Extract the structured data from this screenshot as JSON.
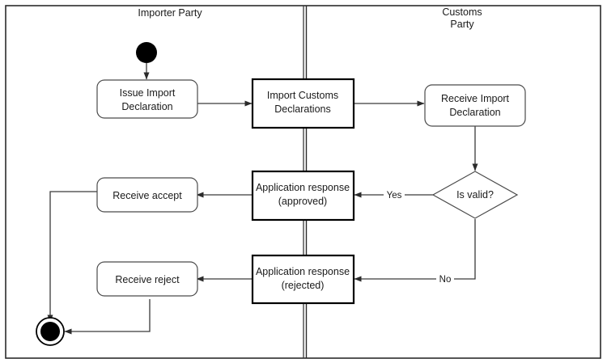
{
  "diagram": {
    "type": "uml-activity-diagram",
    "title": "",
    "background_color": "#ffffff",
    "frame": {
      "stroke_color": "#2b2b2b"
    },
    "lanes": [
      {
        "id": "importer",
        "label": "Importer Party",
        "label_lines": [
          "Importer Party"
        ]
      },
      {
        "id": "customs",
        "label": "Customs Party",
        "label_lines": [
          "Customs",
          "Party"
        ]
      }
    ],
    "nodes": [
      {
        "id": "start",
        "kind": "initial-node",
        "label": ""
      },
      {
        "id": "issue-import-declaration",
        "kind": "action-rounded",
        "label_lines": [
          "Issue Import",
          "Declaration"
        ],
        "lane": "importer"
      },
      {
        "id": "import-customs-declarations",
        "kind": "action-strong",
        "label_lines": [
          "Import Customs",
          "Declarations"
        ],
        "lane": "boundary"
      },
      {
        "id": "receive-import-declaration",
        "kind": "action-rounded",
        "label_lines": [
          "Receive Import",
          "Declaration"
        ],
        "lane": "customs"
      },
      {
        "id": "is-valid",
        "kind": "decision",
        "label_lines": [
          "Is valid?"
        ],
        "lane": "customs"
      },
      {
        "id": "application-response-approved",
        "kind": "action-strong",
        "label_lines": [
          "Application response",
          "(approved)"
        ],
        "lane": "boundary"
      },
      {
        "id": "receive-accept",
        "kind": "action-rounded",
        "label_lines": [
          "Receive accept"
        ],
        "lane": "importer"
      },
      {
        "id": "application-response-rejected",
        "kind": "action-strong",
        "label_lines": [
          "Application response",
          "(rejected)"
        ],
        "lane": "boundary"
      },
      {
        "id": "receive-reject",
        "kind": "action-rounded",
        "label_lines": [
          "Receive reject"
        ],
        "lane": "importer"
      },
      {
        "id": "end",
        "kind": "final-node",
        "label": ""
      }
    ],
    "edges": [
      {
        "from": "start",
        "to": "issue-import-declaration",
        "label": ""
      },
      {
        "from": "issue-import-declaration",
        "to": "import-customs-declarations",
        "label": ""
      },
      {
        "from": "import-customs-declarations",
        "to": "receive-import-declaration",
        "label": ""
      },
      {
        "from": "receive-import-declaration",
        "to": "is-valid",
        "label": ""
      },
      {
        "from": "is-valid",
        "to": "application-response-approved",
        "label": "Yes"
      },
      {
        "from": "is-valid",
        "to": "application-response-rejected",
        "label": "No"
      },
      {
        "from": "application-response-approved",
        "to": "receive-accept",
        "label": ""
      },
      {
        "from": "application-response-rejected",
        "to": "receive-reject",
        "label": ""
      },
      {
        "from": "receive-accept",
        "to": "end",
        "label": ""
      },
      {
        "from": "receive-reject",
        "to": "end",
        "label": ""
      }
    ]
  },
  "labels": {
    "lane_importer": "Importer Party",
    "lane_customs_line1": "Customs",
    "lane_customs_line2": "Party",
    "issue_l1": "Issue Import",
    "issue_l2": "Declaration",
    "import_customs_l1": "Import Customs",
    "import_customs_l2": "Declarations",
    "receive_import_l1": "Receive Import",
    "receive_import_l2": "Declaration",
    "is_valid": "Is valid?",
    "approved_l1": "Application response",
    "approved_l2": "(approved)",
    "rejected_l1": "Application response",
    "rejected_l2": "(rejected)",
    "receive_accept": "Receive accept",
    "receive_reject": "Receive reject",
    "yes": "Yes",
    "no": "No"
  }
}
